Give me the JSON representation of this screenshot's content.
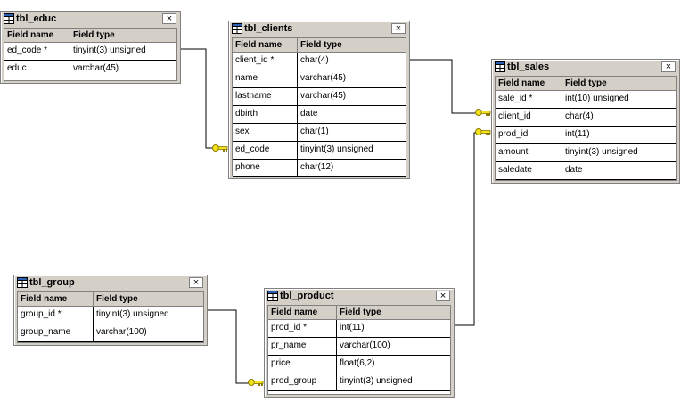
{
  "headers": {
    "field_name": "Field name",
    "field_type": "Field type"
  },
  "close_glyph": "×",
  "tables": {
    "tbl_educ": {
      "name": "tbl_educ",
      "rows": [
        {
          "field": "ed_code *",
          "type": "tinyint(3) unsigned"
        },
        {
          "field": "educ",
          "type": "varchar(45)"
        }
      ]
    },
    "tbl_clients": {
      "name": "tbl_clients",
      "rows": [
        {
          "field": "client_id *",
          "type": "char(4)"
        },
        {
          "field": "name",
          "type": "varchar(45)"
        },
        {
          "field": "lastname",
          "type": "varchar(45)"
        },
        {
          "field": "dbirth",
          "type": "date"
        },
        {
          "field": "sex",
          "type": "char(1)"
        },
        {
          "field": "ed_code",
          "type": "tinyint(3) unsigned"
        },
        {
          "field": "phone",
          "type": "char(12)"
        }
      ]
    },
    "tbl_sales": {
      "name": "tbl_sales",
      "rows": [
        {
          "field": "sale_id *",
          "type": "int(10) unsigned"
        },
        {
          "field": "client_id",
          "type": "char(4)"
        },
        {
          "field": "prod_id",
          "type": "int(11)"
        },
        {
          "field": "amount",
          "type": "tinyint(3) unsigned"
        },
        {
          "field": "saledate",
          "type": "date"
        }
      ]
    },
    "tbl_group": {
      "name": "tbl_group",
      "rows": [
        {
          "field": "group_id *",
          "type": "tinyint(3) unsigned"
        },
        {
          "field": "group_name",
          "type": "varchar(100)"
        }
      ]
    },
    "tbl_product": {
      "name": "tbl_product",
      "rows": [
        {
          "field": "prod_id *",
          "type": "int(11)"
        },
        {
          "field": "pr_name",
          "type": "varchar(100)"
        },
        {
          "field": "price",
          "type": "float(6,2)"
        },
        {
          "field": "prod_group",
          "type": "tinyint(3) unsigned"
        }
      ]
    }
  },
  "relationships": [
    {
      "from": "tbl_educ.ed_code",
      "to": "tbl_clients.ed_code"
    },
    {
      "from": "tbl_clients.client_id",
      "to": "tbl_sales.client_id"
    },
    {
      "from": "tbl_product.prod_id",
      "to": "tbl_sales.prod_id"
    },
    {
      "from": "tbl_group.group_id",
      "to": "tbl_product.prod_group"
    }
  ],
  "colors": {
    "window_bg": "#d4d0c8",
    "border": "#808080",
    "key_fill": "#f4e21c",
    "key_stroke": "#8a7a00"
  }
}
